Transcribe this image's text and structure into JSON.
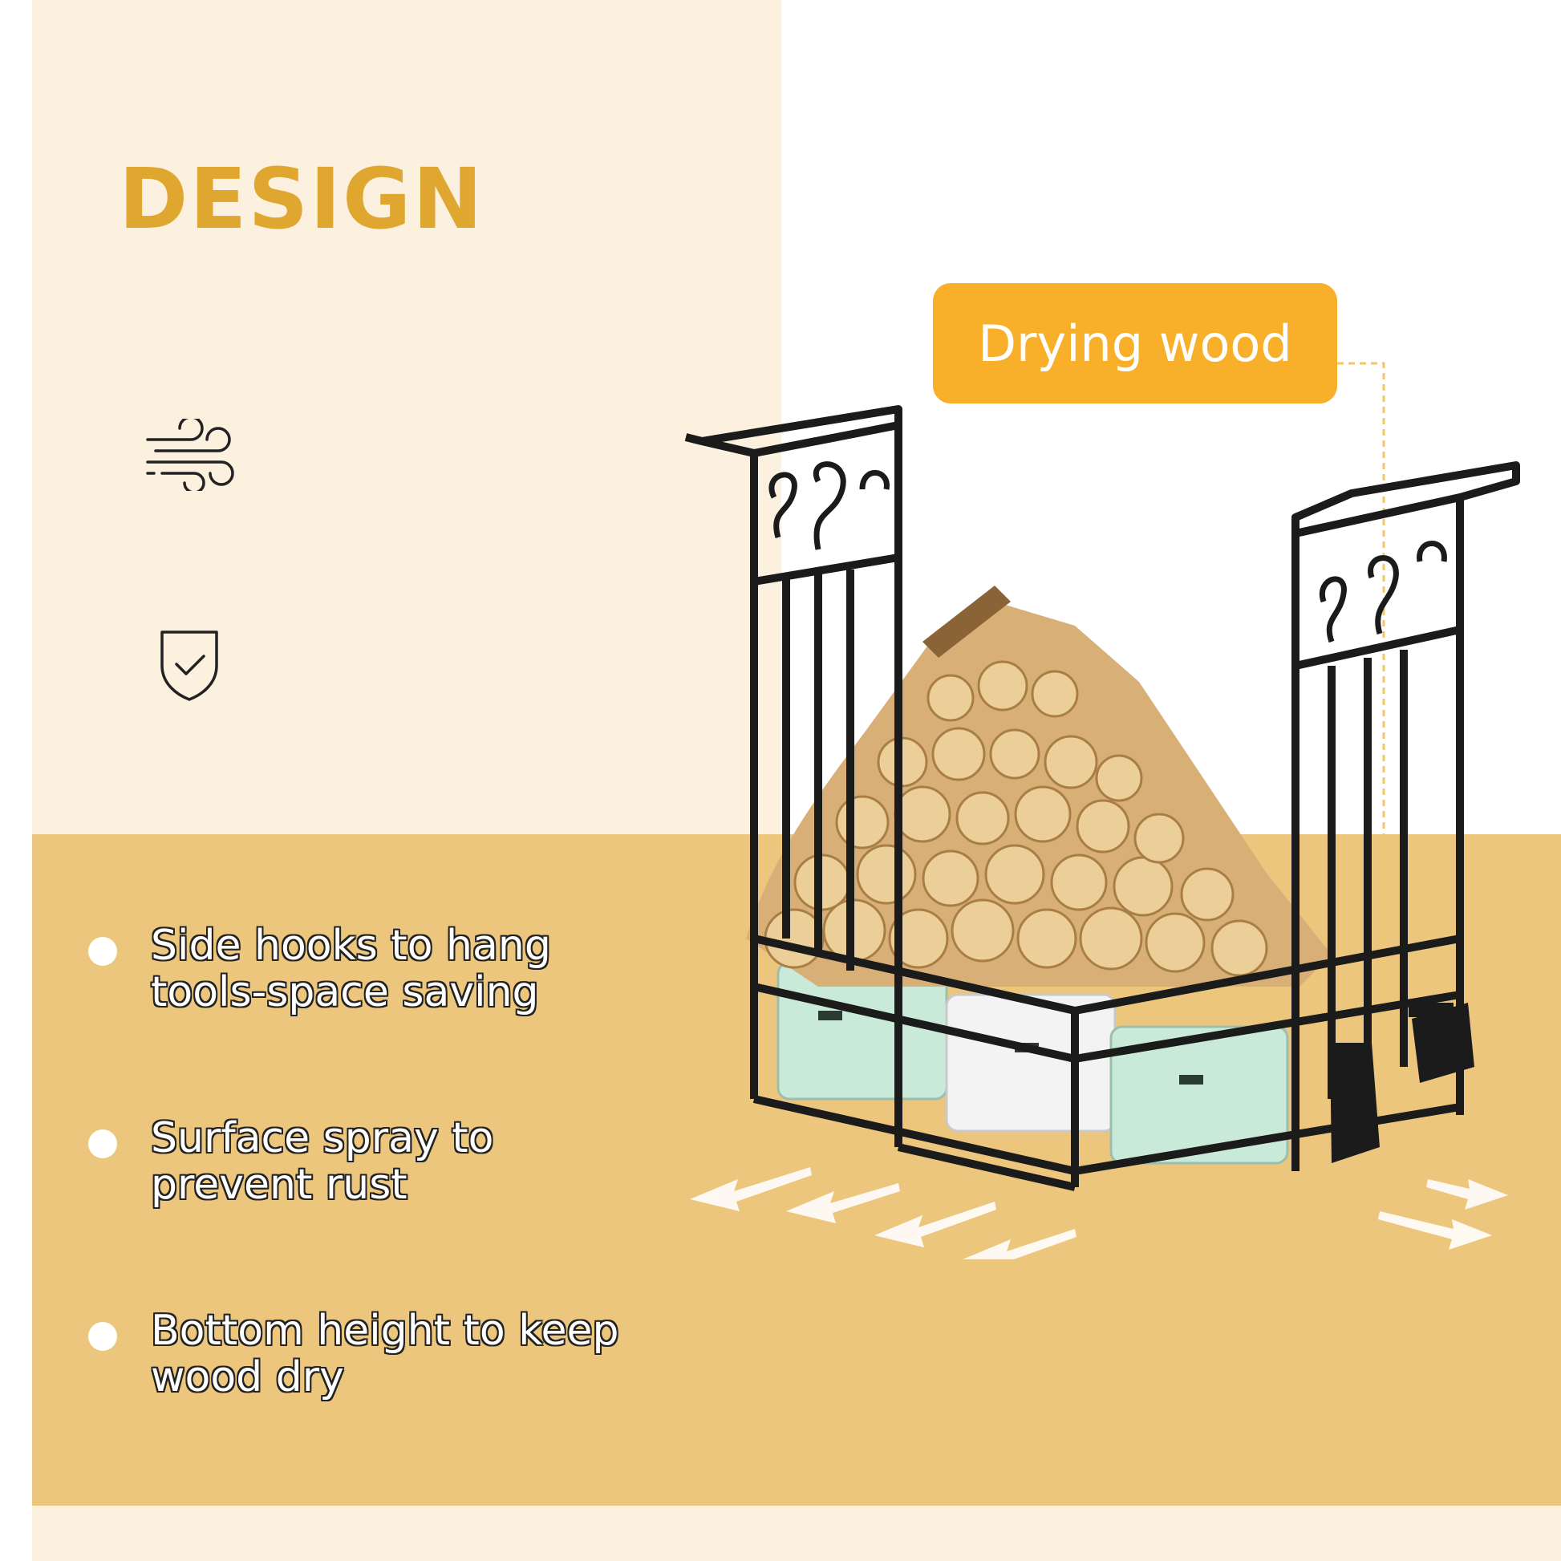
{
  "title": "DESIGN",
  "colors": {
    "accent": "#e0a730",
    "callout": "#f8b02b",
    "top_background": "#fcf0df",
    "bottom_background": "#edc67d"
  },
  "icons": [
    "wind-icon",
    "shield-check-icon"
  ],
  "callout": {
    "label": "Drying wood"
  },
  "features": [
    {
      "line1": "Side hooks to hang",
      "line2": "tools-space saving"
    },
    {
      "line1": "Surface spray to",
      "line2": "prevent rust"
    },
    {
      "line1": "Bottom height to keep",
      "line2": "wood dry"
    }
  ]
}
